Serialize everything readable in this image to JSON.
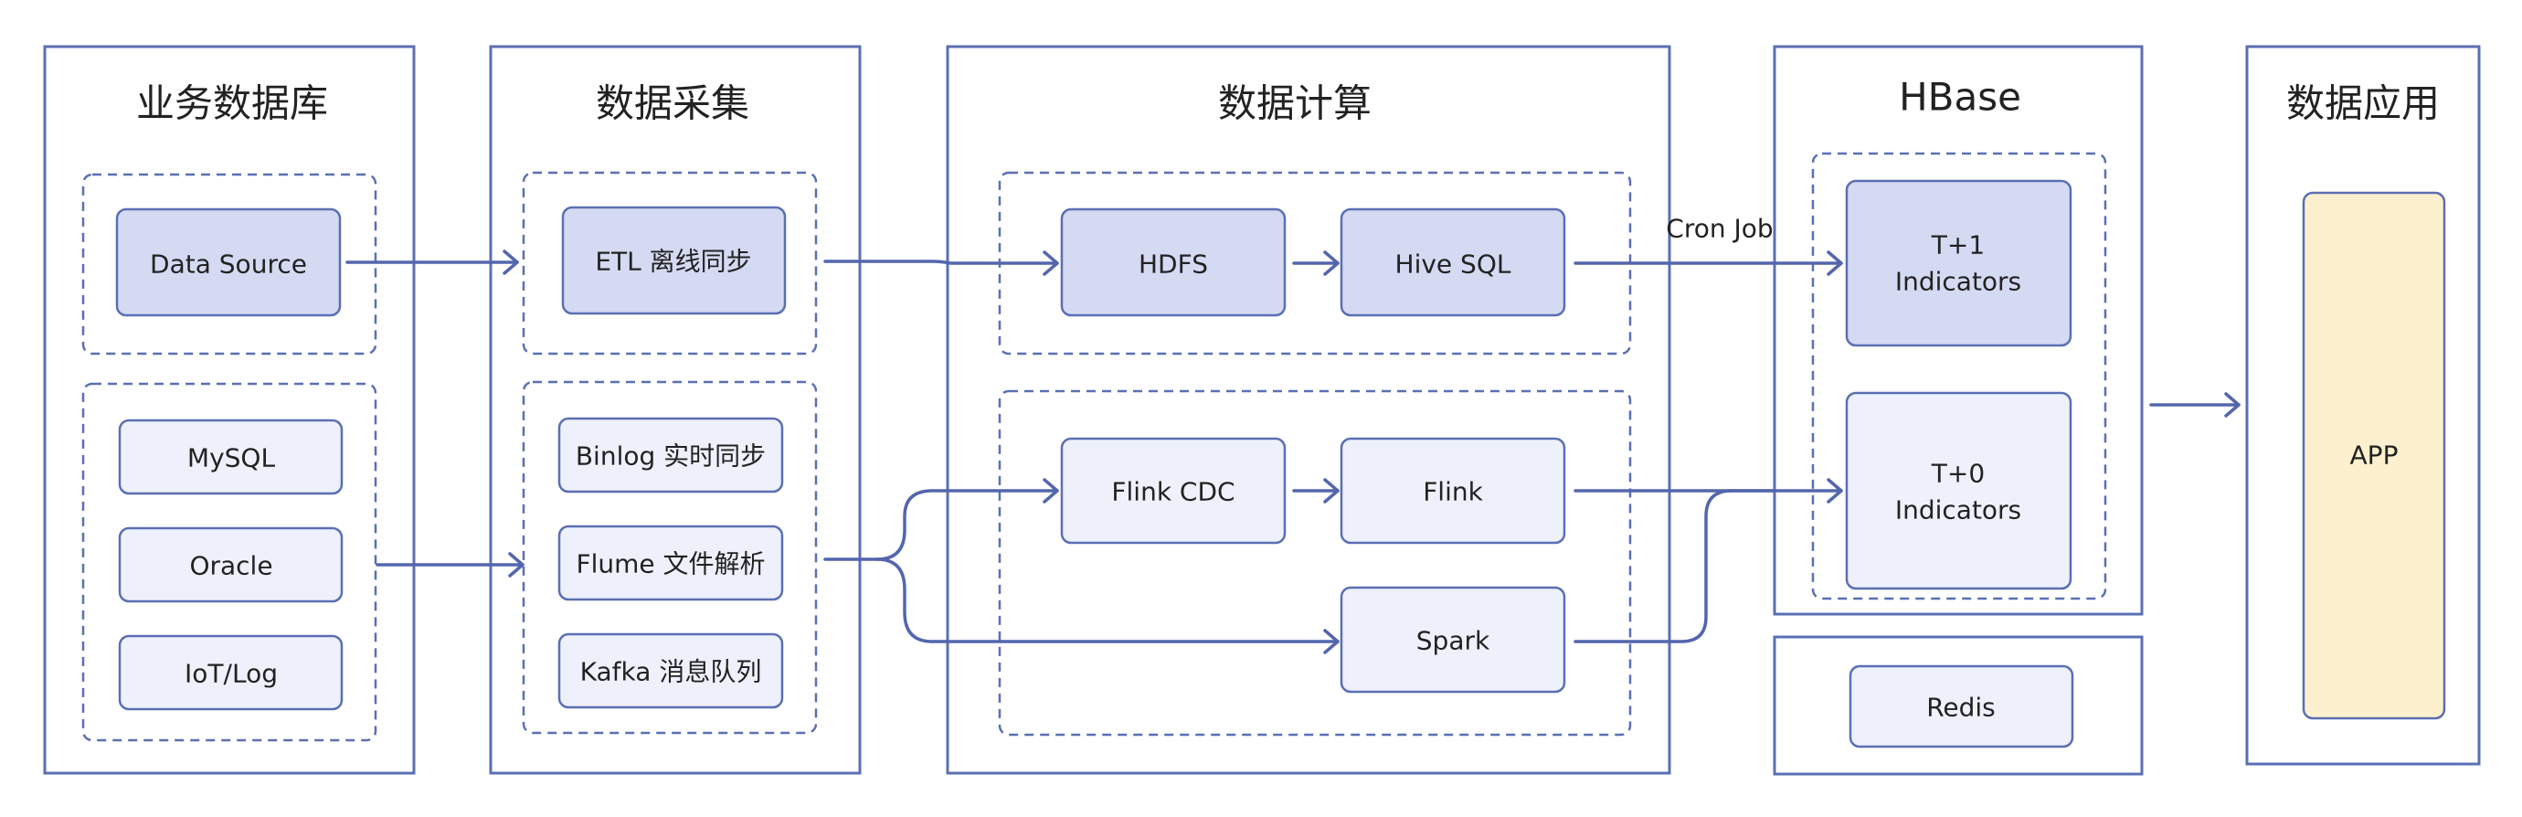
{
  "colors": {
    "line": "#5366ad",
    "node_dark": "#d5daf3",
    "node_light": "#eef1fb",
    "app_fill": "#fcf0cf"
  },
  "columns": {
    "business_db": {
      "title": "业务数据库"
    },
    "collection": {
      "title": "数据采集"
    },
    "compute": {
      "title": "数据计算"
    },
    "hbase": {
      "title": "HBase"
    },
    "application": {
      "title": "数据应用"
    }
  },
  "nodes": {
    "data_source": "Data Source",
    "mysql": "MySQL",
    "oracle": "Oracle",
    "iot_log": "IoT/Log",
    "etl": "ETL 离线同步",
    "binlog": "Binlog 实时同步",
    "flume": "Flume 文件解析",
    "kafka": "Kafka 消息队列",
    "hdfs": "HDFS",
    "hive_sql": "Hive SQL",
    "flink_cdc": "Flink CDC",
    "flink": "Flink",
    "spark": "Spark",
    "t1_line1": "T+1",
    "t1_line2": "Indicators",
    "t0_line1": "T+0",
    "t0_line2": "Indicators",
    "redis": "Redis",
    "app": "APP"
  },
  "edges": {
    "cron_job_label": "Cron Job"
  }
}
